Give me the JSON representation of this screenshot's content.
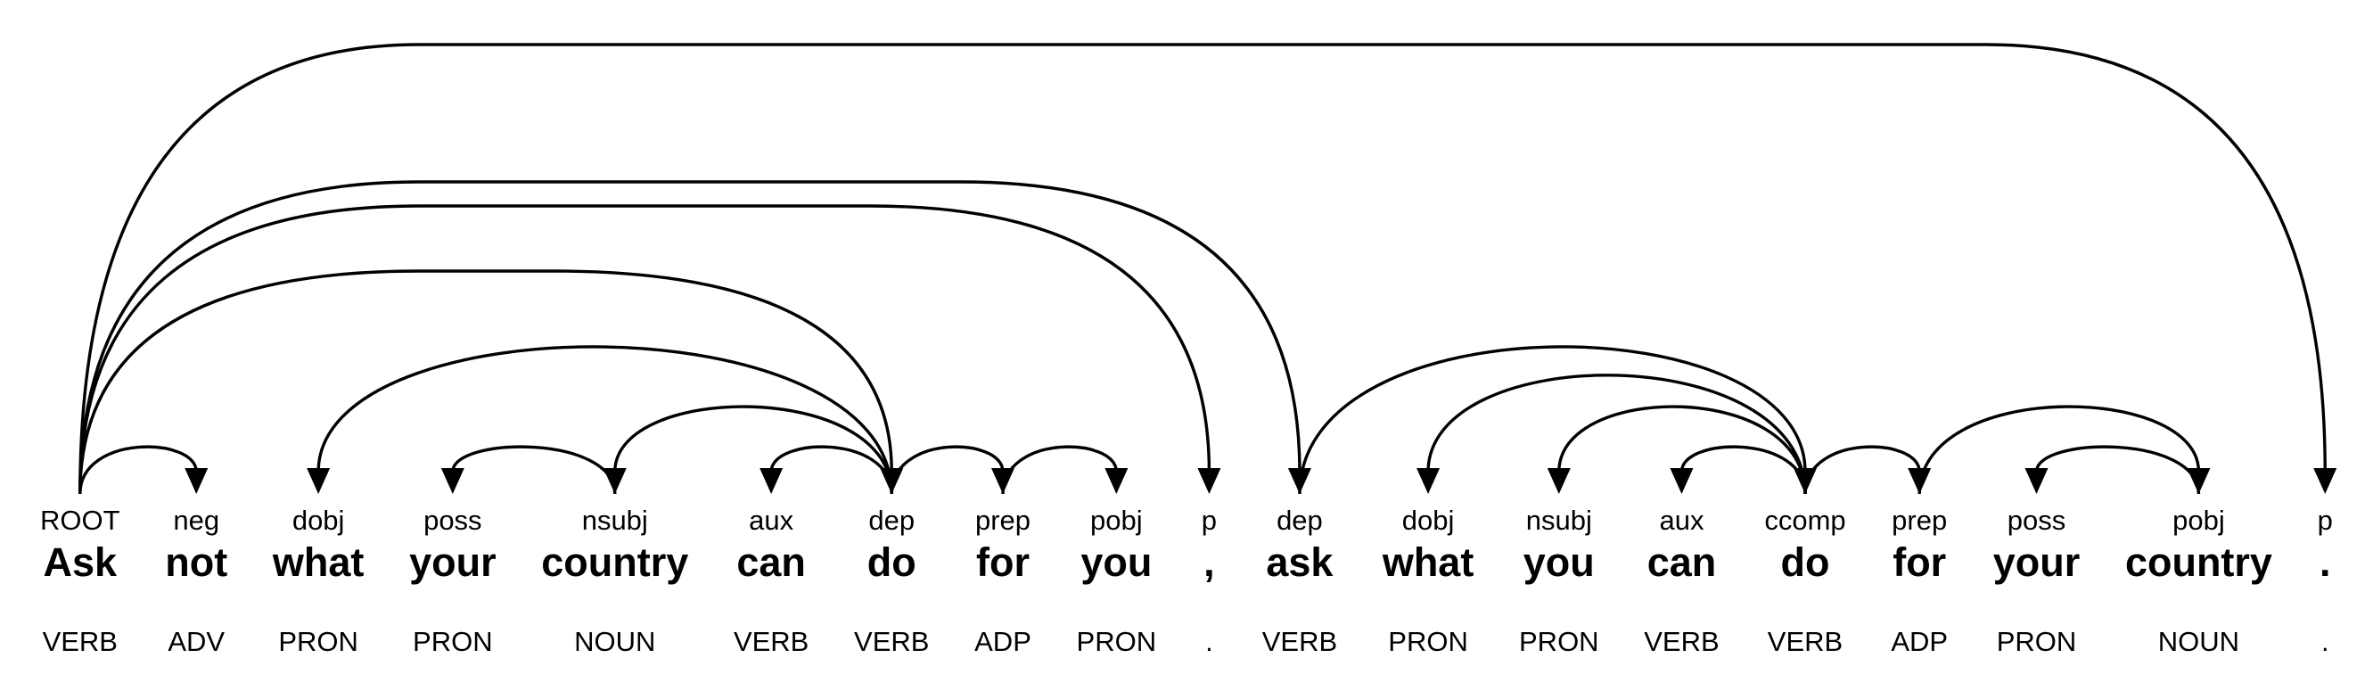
{
  "figure": {
    "background_color": "#ffffff",
    "line_color": "#000000",
    "text_color": "#000000",
    "sentence": "Ask not what your country can do for you , ask what you can do for your country ."
  },
  "tokens": [
    {
      "word": "Ask",
      "dep": "ROOT",
      "pos": "VERB"
    },
    {
      "word": "not",
      "dep": "neg",
      "pos": "ADV"
    },
    {
      "word": "what",
      "dep": "dobj",
      "pos": "PRON"
    },
    {
      "word": "your",
      "dep": "poss",
      "pos": "PRON"
    },
    {
      "word": "country",
      "dep": "nsubj",
      "pos": "NOUN"
    },
    {
      "word": "can",
      "dep": "aux",
      "pos": "VERB"
    },
    {
      "word": "do",
      "dep": "dep",
      "pos": "VERB"
    },
    {
      "word": "for",
      "dep": "prep",
      "pos": "ADP"
    },
    {
      "word": "you",
      "dep": "pobj",
      "pos": "PRON"
    },
    {
      "word": ",",
      "dep": "p",
      "pos": "."
    },
    {
      "word": "ask",
      "dep": "dep",
      "pos": "VERB"
    },
    {
      "word": "what",
      "dep": "dobj",
      "pos": "PRON"
    },
    {
      "word": "you",
      "dep": "nsubj",
      "pos": "PRON"
    },
    {
      "word": "can",
      "dep": "aux",
      "pos": "VERB"
    },
    {
      "word": "do",
      "dep": "ccomp",
      "pos": "VERB"
    },
    {
      "word": "for",
      "dep": "prep",
      "pos": "ADP"
    },
    {
      "word": "your",
      "dep": "poss",
      "pos": "PRON"
    },
    {
      "word": "country",
      "dep": "pobj",
      "pos": "NOUN"
    },
    {
      "word": ".",
      "dep": "p",
      "pos": "."
    }
  ],
  "arcs": [
    {
      "head": 0,
      "dep": 1,
      "label": "neg"
    },
    {
      "head": 6,
      "dep": 2,
      "label": "dobj"
    },
    {
      "head": 4,
      "dep": 3,
      "label": "poss"
    },
    {
      "head": 6,
      "dep": 4,
      "label": "nsubj"
    },
    {
      "head": 6,
      "dep": 5,
      "label": "aux"
    },
    {
      "head": 0,
      "dep": 6,
      "label": "dep"
    },
    {
      "head": 6,
      "dep": 7,
      "label": "prep"
    },
    {
      "head": 7,
      "dep": 8,
      "label": "pobj"
    },
    {
      "head": 0,
      "dep": 9,
      "label": "p"
    },
    {
      "head": 0,
      "dep": 10,
      "label": "dep"
    },
    {
      "head": 14,
      "dep": 11,
      "label": "dobj"
    },
    {
      "head": 14,
      "dep": 12,
      "label": "nsubj"
    },
    {
      "head": 14,
      "dep": 13,
      "label": "aux"
    },
    {
      "head": 10,
      "dep": 14,
      "label": "ccomp"
    },
    {
      "head": 14,
      "dep": 15,
      "label": "prep"
    },
    {
      "head": 15,
      "dep": 17,
      "label": "pobj"
    },
    {
      "head": 17,
      "dep": 16,
      "label": "poss"
    },
    {
      "head": 0,
      "dep": 18,
      "label": "p"
    }
  ]
}
